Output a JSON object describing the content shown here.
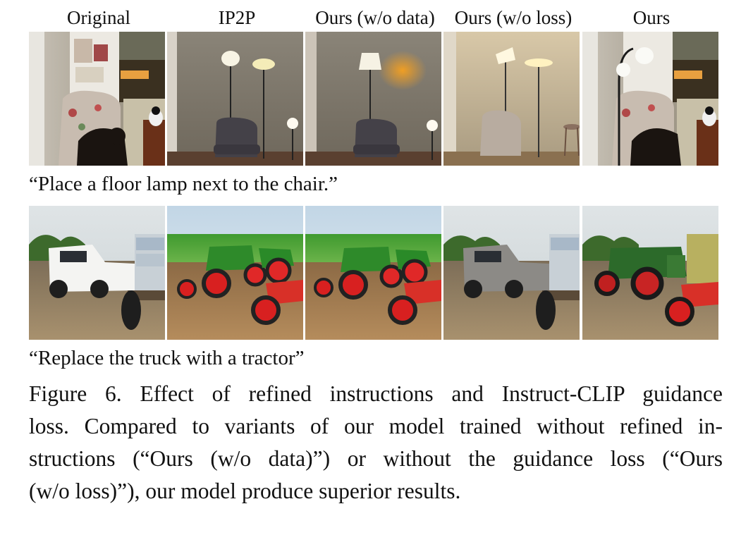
{
  "figure": {
    "column_headers": [
      "Original",
      "IP2P",
      "Ours (w/o data)",
      "Ours (w/o loss)",
      "Ours"
    ],
    "rows": [
      {
        "prompt": "“Place a floor lamp next to the chair.”"
      },
      {
        "prompt": "“Replace the truck with a tractor”"
      }
    ],
    "caption_lines": [
      "Figure 6. Effect of refined instructions and Instruct-CLIP guidance",
      "loss. Compared to variants of our model trained without refined in-",
      "structions (“Ours (w/o data)”) or without the guidance loss (“Ours",
      "(w/o loss)”), our model produce superior results."
    ]
  }
}
